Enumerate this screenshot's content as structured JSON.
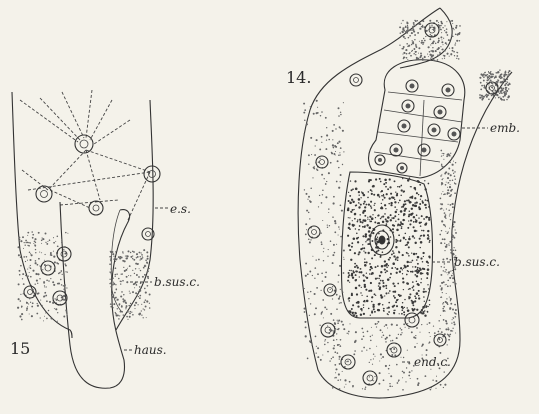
{
  "figures": [
    {
      "id": "15",
      "number": "15",
      "labels": {
        "es": "e.s.",
        "bsusc": "b.sus.c.",
        "haus": "haus."
      }
    },
    {
      "id": "14",
      "number": "14.",
      "labels": {
        "emb": "emb.",
        "bsusc": "b.sus.c.",
        "endc": "end.c."
      }
    }
  ],
  "colors": {
    "paper": "#f4f2ea",
    "ink": "#333333"
  }
}
